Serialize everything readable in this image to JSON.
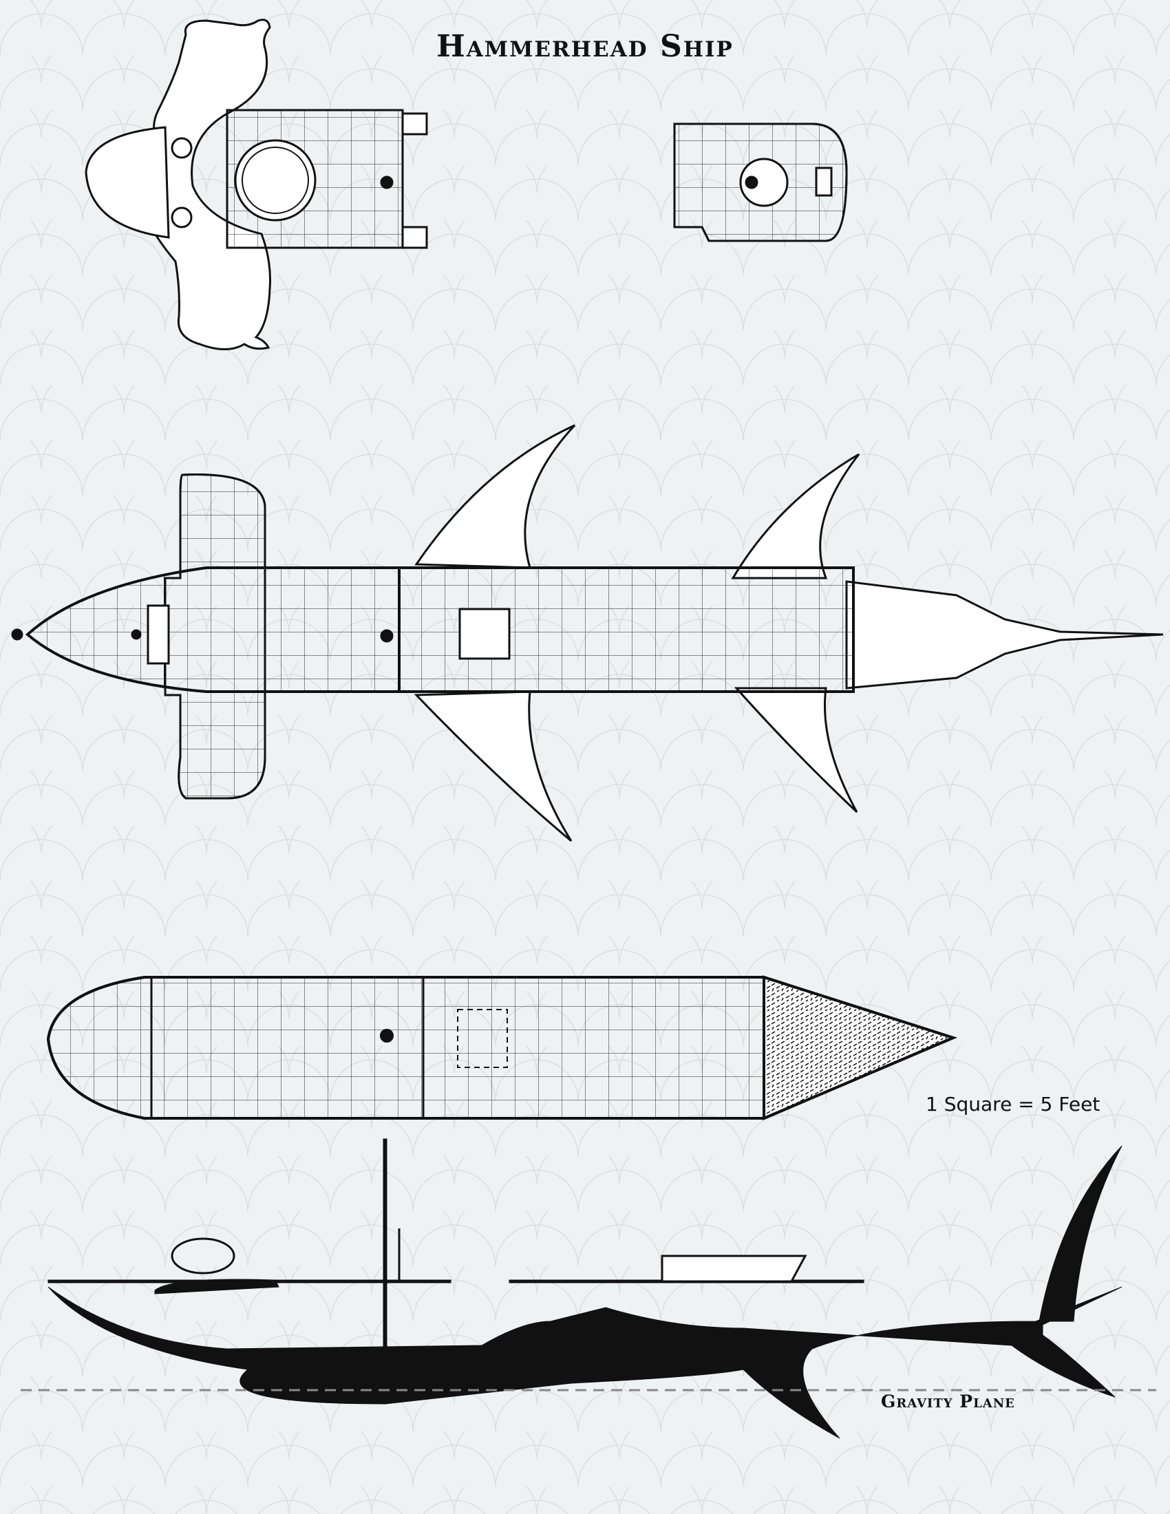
{
  "title": "Hammerhead Ship",
  "scale_label": "1 Square = 5 Feet",
  "gravity_label": "Gravity Plane",
  "colors": {
    "background": "#eef2f3",
    "ink": "#111111",
    "wave": "#d6dde0"
  }
}
